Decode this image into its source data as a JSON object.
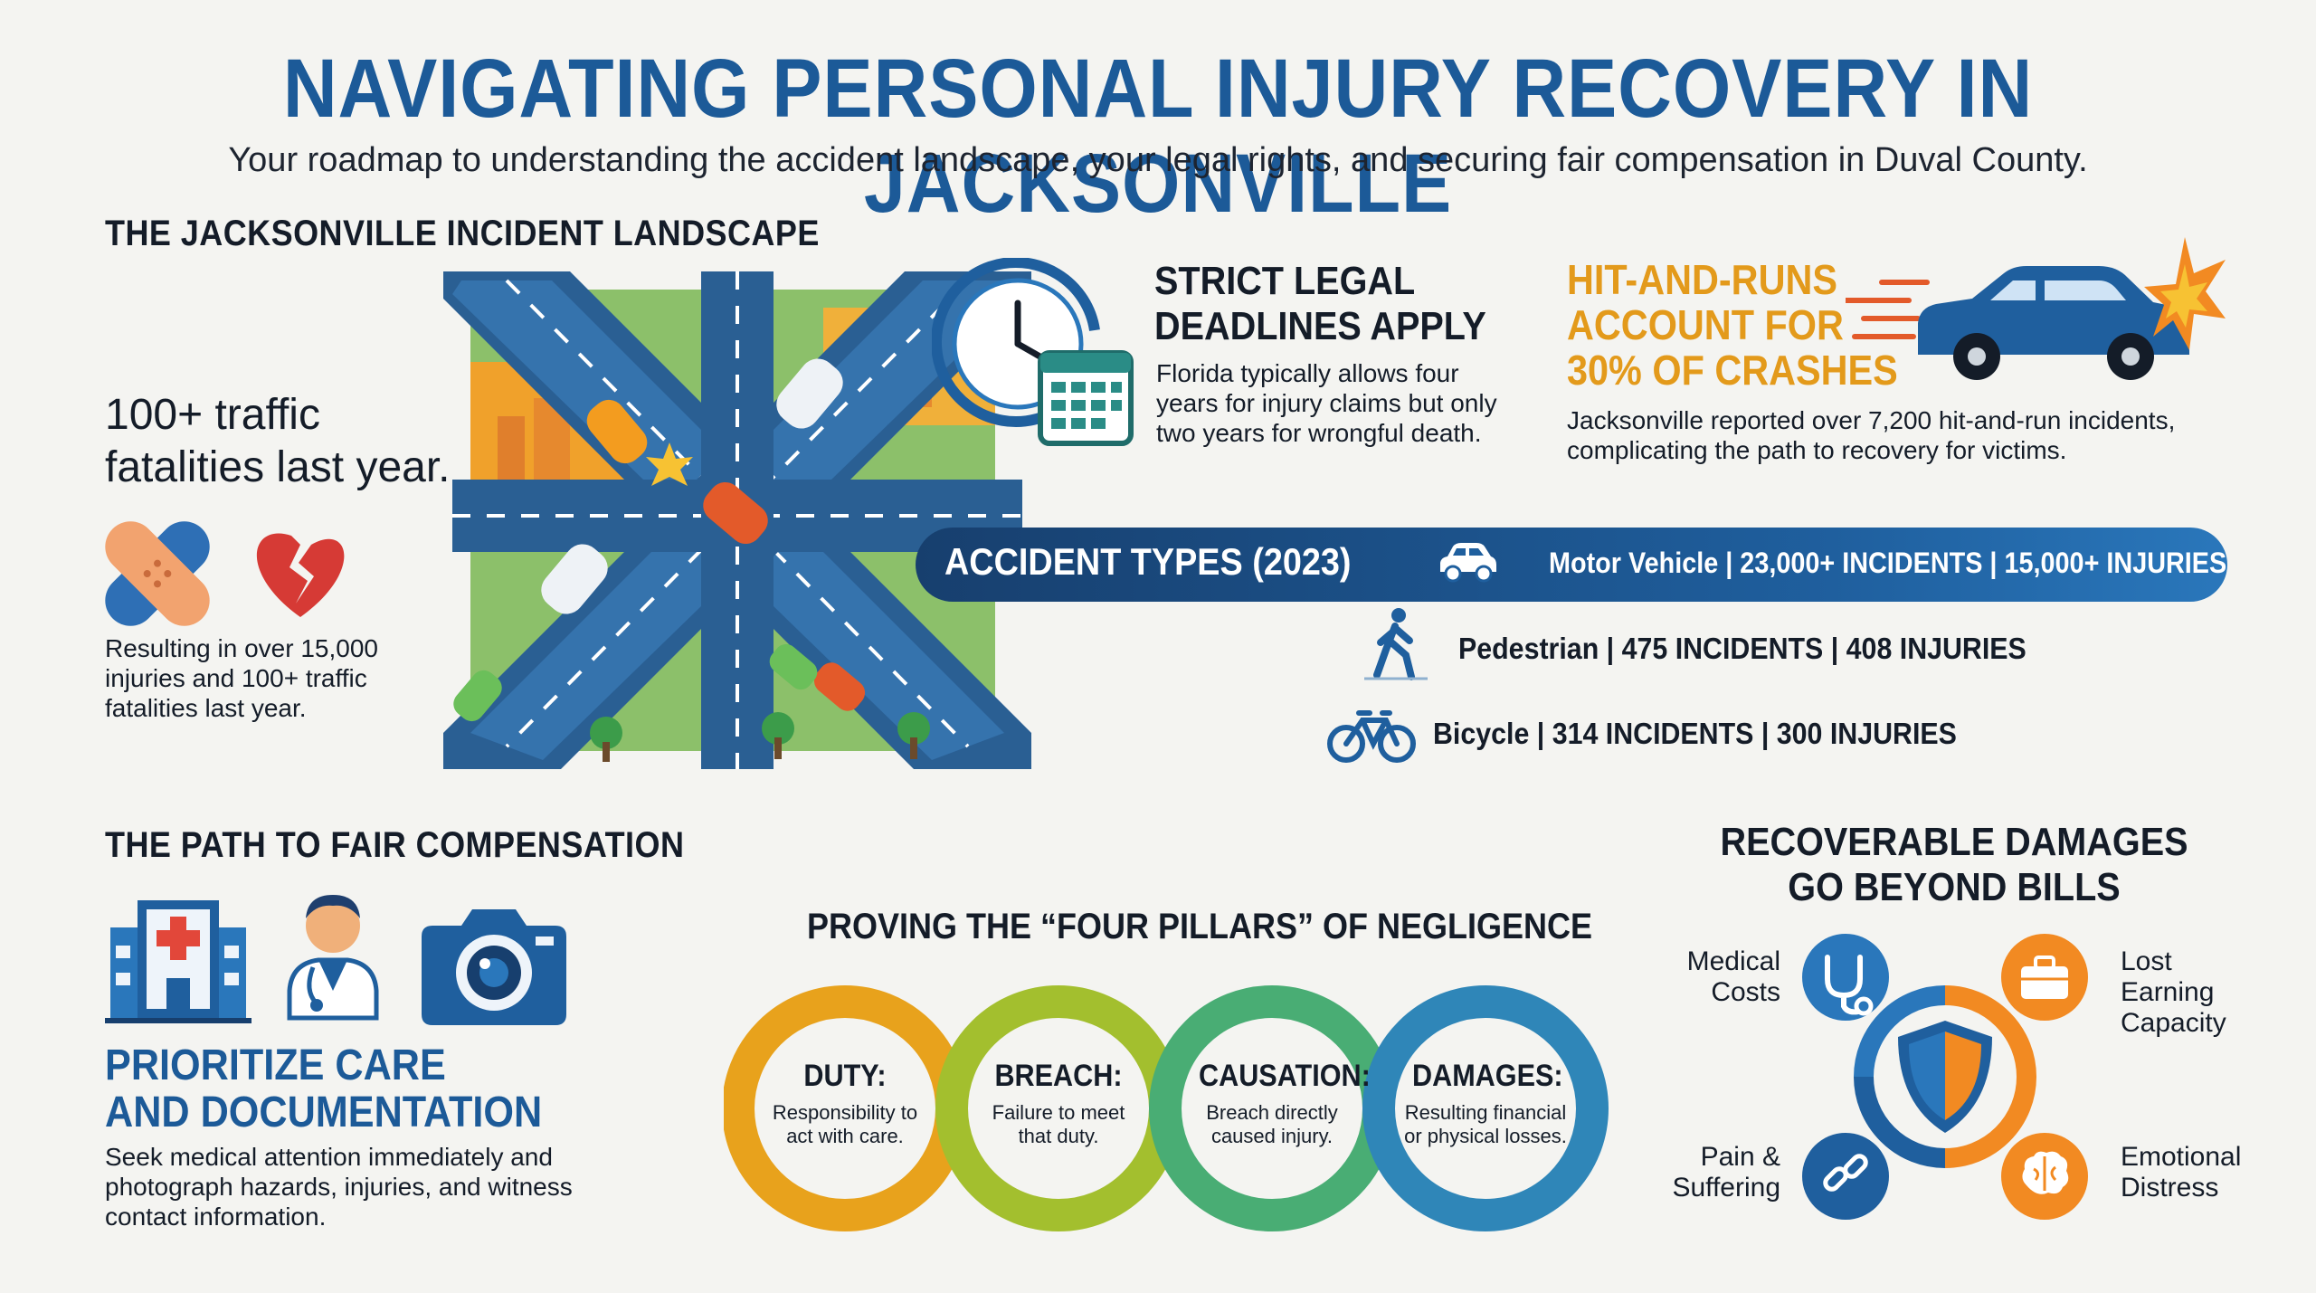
{
  "header": {
    "title": "NAVIGATING PERSONAL INJURY RECOVERY IN JACKSONVILLE",
    "subtitle": "Your roadmap to understanding the accident landscape, your legal rights, and securing fair compensation in Duval County."
  },
  "landscape": {
    "heading": "THE JACKSONVILLE INCIDENT LANDSCAPE",
    "stat_big": [
      "100+ traffic",
      "fatalities last year."
    ],
    "stat_small": [
      "Resulting in over 15,000",
      "injuries and 100+ traffic",
      "fatalities last year."
    ]
  },
  "deadlines": {
    "heading": [
      "STRICT LEGAL",
      "DEADLINES APPLY"
    ],
    "text": [
      "Florida typically allows four",
      "years for injury claims but only",
      "two years for wrongful death."
    ]
  },
  "hitrun": {
    "heading": [
      "HIT-AND-RUNS",
      "ACCOUNT FOR",
      "30% OF CRASHES"
    ],
    "text": [
      "Jacksonville reported over 7,200 hit-and-run incidents,",
      "complicating the path to recovery for victims."
    ]
  },
  "accidents": {
    "label": "ACCIDENT TYPES (2023)",
    "motor": "Motor Vehicle | 23,000+ INCIDENTS | 15,000+ INJURIES",
    "pedestrian": "Pedestrian | 475 INCIDENTS | 408 INJURIES",
    "bicycle": "Bicycle | 314 INCIDENTS | 300 INJURIES"
  },
  "compensation": {
    "heading": "THE PATH TO FAIR COMPENSATION",
    "title": [
      "PRIORITIZE CARE",
      "AND DOCUMENTATION"
    ],
    "text": [
      "Seek medical attention immediately and",
      "photograph hazards, injuries, and witness",
      "contact information."
    ]
  },
  "pillars": {
    "heading": "PROVING THE “FOUR PILLARS” OF NEGLIGENCE",
    "items": [
      {
        "title": "DUTY:",
        "desc": [
          "Responsibility to",
          "act with care."
        ]
      },
      {
        "title": "BREACH:",
        "desc": [
          "Failure to meet",
          "that duty."
        ]
      },
      {
        "title": "CAUSATION:",
        "desc": [
          "Breach directly",
          "caused injury."
        ]
      },
      {
        "title": "DAMAGES:",
        "desc": [
          "Resulting financial",
          "or physical losses."
        ]
      }
    ],
    "colors": [
      "#e8a21c",
      "#a3bf2e",
      "#49ad74",
      "#2f86b8"
    ]
  },
  "damages": {
    "heading": [
      "RECOVERABLE DAMAGES",
      "GO BEYOND BILLS"
    ],
    "medical": [
      "Medical",
      "Costs"
    ],
    "lost": [
      "Lost",
      "Earning",
      "Capacity"
    ],
    "pain": [
      "Pain &",
      "Suffering"
    ],
    "emotional": [
      "Emotional",
      "Distress"
    ]
  },
  "colors": {
    "brand_blue": "#1c5a98",
    "accent_orange": "#e39a1b",
    "dark": "#141c28"
  }
}
